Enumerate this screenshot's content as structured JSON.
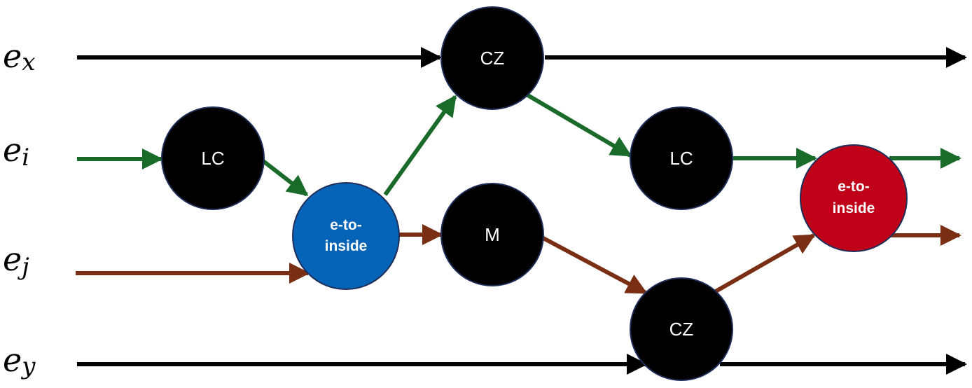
{
  "colors": {
    "black_wire": "#000000",
    "green_wire": "#1a6b2a",
    "brown_wire": "#7a2e14",
    "gate_fill": "#000000",
    "blue_gate": "#0563b8",
    "red_gate": "#c00018",
    "gate_border": "#1f2f5a"
  },
  "wires": {
    "ex": {
      "base": "e",
      "sub": "x"
    },
    "ei": {
      "base": "e",
      "sub": "i"
    },
    "ej": {
      "base": "e",
      "sub": "j"
    },
    "ey": {
      "base": "e",
      "sub": "y"
    }
  },
  "gates": {
    "lc1": "LC",
    "e_to_inside_blue": [
      "e-to-",
      "inside"
    ],
    "cz_top": "CZ",
    "m": "M",
    "lc2": "LC",
    "cz_bottom": "CZ",
    "e_to_inside_red": [
      "e-to-",
      "inside"
    ]
  }
}
